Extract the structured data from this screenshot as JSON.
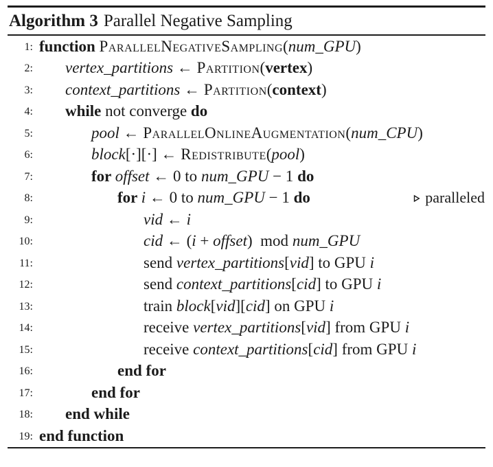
{
  "header": {
    "label": "Algorithm 3",
    "title": "Parallel Negative Sampling"
  },
  "comment_marker_icon": "triangle-right-open",
  "lines": [
    {
      "num": "1:",
      "indent": 0,
      "segments": [
        {
          "s": "kw",
          "t": "function "
        },
        {
          "s": "sc",
          "t": "ParallelNegativeSampling"
        },
        {
          "s": "r",
          "t": "("
        },
        {
          "s": "it",
          "t": "num_GPU"
        },
        {
          "s": "r",
          "t": ")"
        }
      ]
    },
    {
      "num": "2:",
      "indent": 1,
      "segments": [
        {
          "s": "it",
          "t": "vertex_partitions"
        },
        {
          "s": "r",
          "t": " ← "
        },
        {
          "s": "sc",
          "t": "Partition"
        },
        {
          "s": "r",
          "t": "("
        },
        {
          "s": "kw",
          "t": "vertex"
        },
        {
          "s": "r",
          "t": ")"
        }
      ]
    },
    {
      "num": "3:",
      "indent": 1,
      "segments": [
        {
          "s": "it",
          "t": "context_partitions"
        },
        {
          "s": "r",
          "t": " ← "
        },
        {
          "s": "sc",
          "t": "Partition"
        },
        {
          "s": "r",
          "t": "("
        },
        {
          "s": "kw",
          "t": "context"
        },
        {
          "s": "r",
          "t": ")"
        }
      ]
    },
    {
      "num": "4:",
      "indent": 1,
      "segments": [
        {
          "s": "kw",
          "t": "while "
        },
        {
          "s": "r",
          "t": "not converge "
        },
        {
          "s": "kw",
          "t": "do"
        }
      ]
    },
    {
      "num": "5:",
      "indent": 2,
      "segments": [
        {
          "s": "it",
          "t": "pool"
        },
        {
          "s": "r",
          "t": " ← "
        },
        {
          "s": "sc",
          "t": "ParallelOnlineAugmentation"
        },
        {
          "s": "r",
          "t": "("
        },
        {
          "s": "it",
          "t": "num_CPU"
        },
        {
          "s": "r",
          "t": ")"
        }
      ]
    },
    {
      "num": "6:",
      "indent": 2,
      "segments": [
        {
          "s": "it",
          "t": "block"
        },
        {
          "s": "r",
          "t": "[·][·] ← "
        },
        {
          "s": "sc",
          "t": "Redistribute"
        },
        {
          "s": "r",
          "t": "("
        },
        {
          "s": "it",
          "t": "pool"
        },
        {
          "s": "r",
          "t": ")"
        }
      ]
    },
    {
      "num": "7:",
      "indent": 2,
      "segments": [
        {
          "s": "kw",
          "t": "for "
        },
        {
          "s": "it",
          "t": "offset"
        },
        {
          "s": "r",
          "t": " ← 0 to "
        },
        {
          "s": "it",
          "t": "num_GPU"
        },
        {
          "s": "r",
          "t": " − 1 "
        },
        {
          "s": "kw",
          "t": "do"
        }
      ]
    },
    {
      "num": "8:",
      "indent": 3,
      "comment": "paralleled",
      "segments": [
        {
          "s": "kw",
          "t": "for "
        },
        {
          "s": "it",
          "t": "i"
        },
        {
          "s": "r",
          "t": " ← 0 to "
        },
        {
          "s": "it",
          "t": "num_GPU"
        },
        {
          "s": "r",
          "t": " − 1 "
        },
        {
          "s": "kw",
          "t": "do"
        }
      ]
    },
    {
      "num": "9:",
      "indent": 4,
      "segments": [
        {
          "s": "it",
          "t": "vid"
        },
        {
          "s": "r",
          "t": " ← "
        },
        {
          "s": "it",
          "t": "i"
        }
      ]
    },
    {
      "num": "10:",
      "indent": 4,
      "segments": [
        {
          "s": "it",
          "t": "cid"
        },
        {
          "s": "r",
          "t": " ← ("
        },
        {
          "s": "it",
          "t": "i"
        },
        {
          "s": "r",
          "t": " + "
        },
        {
          "s": "it",
          "t": "offset"
        },
        {
          "s": "r",
          "t": ")  mod "
        },
        {
          "s": "it",
          "t": "num_GPU"
        }
      ]
    },
    {
      "num": "11:",
      "indent": 4,
      "segments": [
        {
          "s": "r",
          "t": "send "
        },
        {
          "s": "it",
          "t": "vertex_partitions"
        },
        {
          "s": "r",
          "t": "["
        },
        {
          "s": "it",
          "t": "vid"
        },
        {
          "s": "r",
          "t": "] to GPU "
        },
        {
          "s": "it",
          "t": "i"
        }
      ]
    },
    {
      "num": "12:",
      "indent": 4,
      "segments": [
        {
          "s": "r",
          "t": "send "
        },
        {
          "s": "it",
          "t": "context_partitions"
        },
        {
          "s": "r",
          "t": "["
        },
        {
          "s": "it",
          "t": "cid"
        },
        {
          "s": "r",
          "t": "] to GPU "
        },
        {
          "s": "it",
          "t": "i"
        }
      ]
    },
    {
      "num": "13:",
      "indent": 4,
      "segments": [
        {
          "s": "r",
          "t": "train "
        },
        {
          "s": "it",
          "t": "block"
        },
        {
          "s": "r",
          "t": "["
        },
        {
          "s": "it",
          "t": "vid"
        },
        {
          "s": "r",
          "t": "]["
        },
        {
          "s": "it",
          "t": "cid"
        },
        {
          "s": "r",
          "t": "] on GPU "
        },
        {
          "s": "it",
          "t": "i"
        }
      ]
    },
    {
      "num": "14:",
      "indent": 4,
      "segments": [
        {
          "s": "r",
          "t": "receive "
        },
        {
          "s": "it",
          "t": "vertex_partitions"
        },
        {
          "s": "r",
          "t": "["
        },
        {
          "s": "it",
          "t": "vid"
        },
        {
          "s": "r",
          "t": "] from GPU "
        },
        {
          "s": "it",
          "t": "i"
        }
      ]
    },
    {
      "num": "15:",
      "indent": 4,
      "segments": [
        {
          "s": "r",
          "t": "receive "
        },
        {
          "s": "it",
          "t": "context_partitions"
        },
        {
          "s": "r",
          "t": "["
        },
        {
          "s": "it",
          "t": "cid"
        },
        {
          "s": "r",
          "t": "] from GPU "
        },
        {
          "s": "it",
          "t": "i"
        }
      ]
    },
    {
      "num": "16:",
      "indent": 3,
      "segments": [
        {
          "s": "kw",
          "t": "end for"
        }
      ]
    },
    {
      "num": "17:",
      "indent": 2,
      "segments": [
        {
          "s": "kw",
          "t": "end for"
        }
      ]
    },
    {
      "num": "18:",
      "indent": 1,
      "segments": [
        {
          "s": "kw",
          "t": "end while"
        }
      ]
    },
    {
      "num": "19:",
      "indent": 0,
      "segments": [
        {
          "s": "kw",
          "t": "end function"
        }
      ]
    }
  ]
}
